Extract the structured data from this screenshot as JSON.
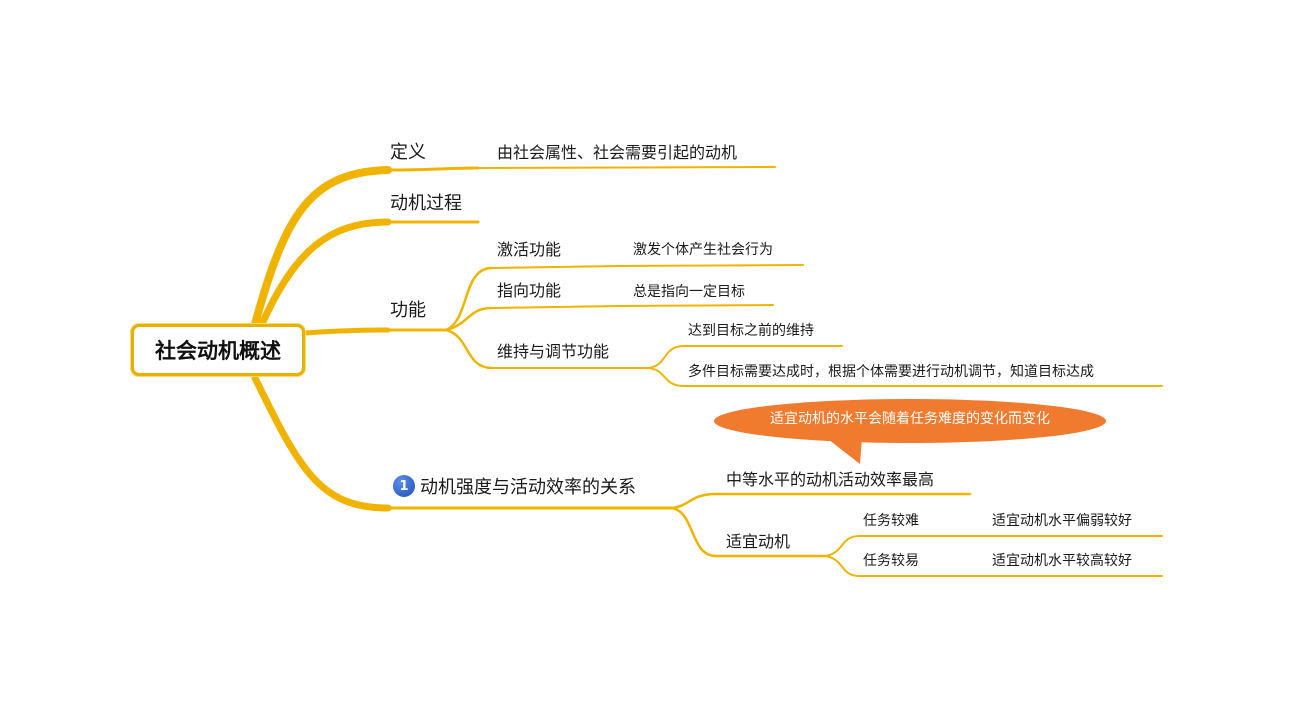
{
  "colors": {
    "branch": "#f0b400",
    "root_border": "#e8b000",
    "callout": "#f07a2e",
    "badge": "#2a5fcf"
  },
  "root": {
    "label": "社会动机概述"
  },
  "definition": {
    "label": "定义",
    "detail": "由社会属性、社会需要引起的动机"
  },
  "process": {
    "label": "动机过程"
  },
  "functions": {
    "label": "功能",
    "activate": {
      "label": "激活功能",
      "detail": "激发个体产生社会行为"
    },
    "direct": {
      "label": "指向功能",
      "detail": "总是指向一定目标"
    },
    "maintain": {
      "label": "维持与调节功能",
      "detail1": "达到目标之前的维持",
      "detail2": "多件目标需要达成时，根据个体需要进行动机调节，知道目标达成"
    }
  },
  "relation": {
    "badge": "1",
    "label": "动机强度与活动效率的关系",
    "callout": "适宜动机的水平会随着任务难度的变化而变化",
    "medium": "中等水平的动机活动效率最高",
    "optimal": {
      "label": "适宜动机",
      "hard": {
        "label": "任务较难",
        "detail": "适宜动机水平偏弱较好"
      },
      "easy": {
        "label": "任务较易",
        "detail": "适宜动机水平较高较好"
      }
    }
  }
}
